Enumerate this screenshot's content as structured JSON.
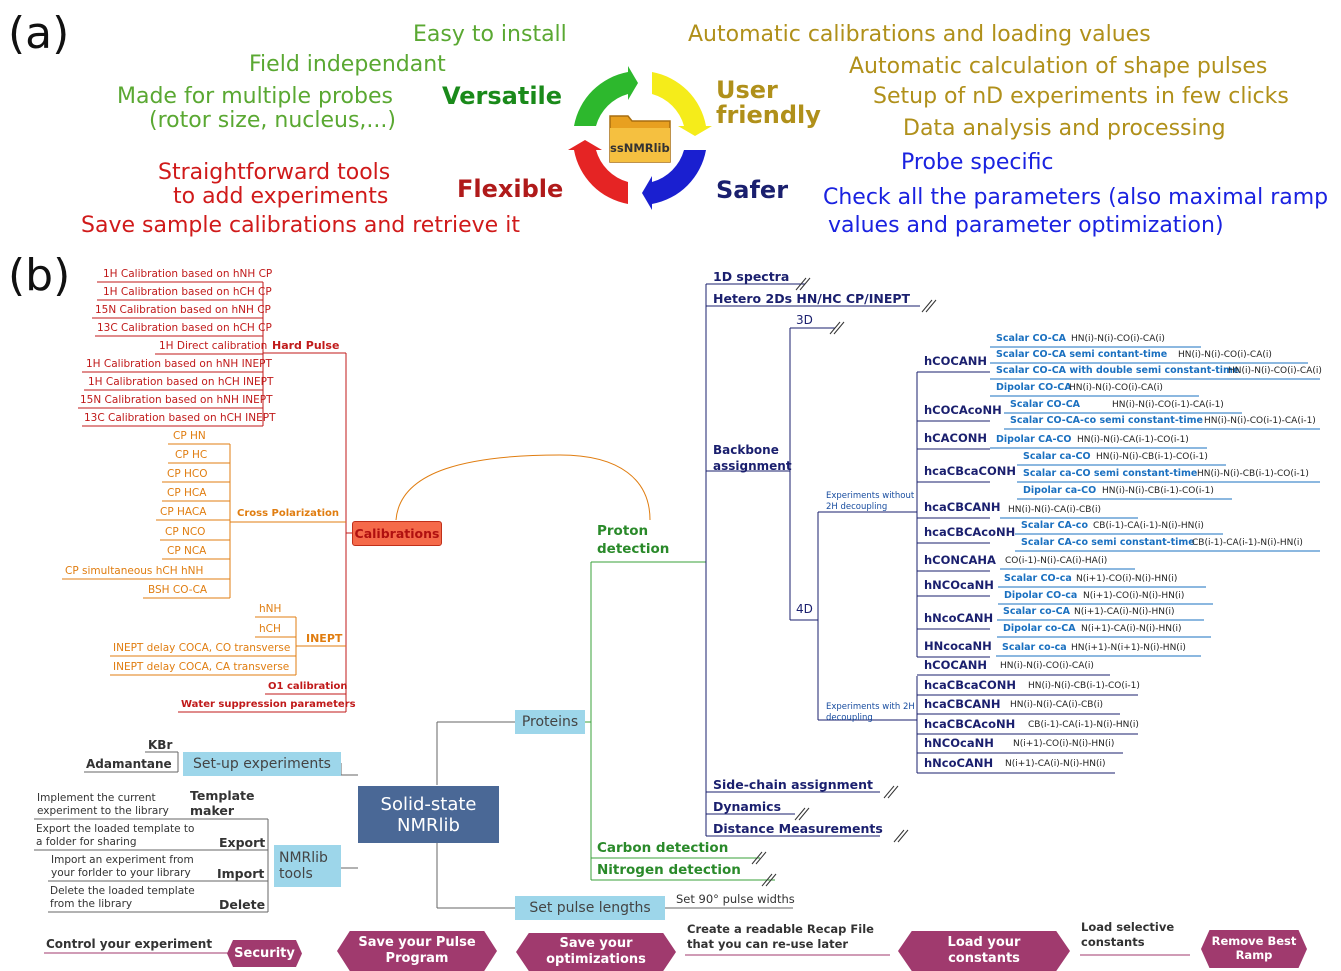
{
  "panel_a": {
    "label": "(a)",
    "logo_text": "ssNMRlib",
    "quadrants": {
      "versatile": "Versatile",
      "user_friendly_1": "User",
      "user_friendly_2": "friendly",
      "flexible": "Flexible",
      "safer": "Safer"
    },
    "green_items": [
      "Easy to install",
      "Field independant",
      "Made for multiple probes",
      "(rotor size, nucleus,...)"
    ],
    "olive_items": [
      "Automatic calibrations and loading values",
      "Automatic calculation of shape pulses",
      "Setup of nD experiments in few clicks",
      "Data analysis and processing"
    ],
    "red_items": [
      "Straightforward tools",
      "to add experiments",
      "Save sample calibrations and retrieve it"
    ],
    "blue_items": [
      "Probe specific",
      "Check all the parameters (also maximal ramp",
      "values and parameter optimization)"
    ],
    "colors": {
      "green": "#5aa832",
      "olive": "#b0901a",
      "red": "#d01a1a",
      "blue": "#1a22e0",
      "yellow": "#f5ec1a",
      "navy": "#1a1f8a"
    }
  },
  "panel_b": {
    "label": "(b)",
    "center": [
      "Solid-state",
      "NMRlib"
    ],
    "calibrations": "Calibrations",
    "hard_pulse": {
      "label": "Hard Pulse",
      "items": [
        "1H Calibration based on hNH CP",
        "1H Calibration based on hCH CP",
        "15N Calibration based on hNH CP",
        "13C Calibration based on hCH CP",
        "1H Direct calibration",
        "1H Calibration based on hNH INEPT",
        "1H Calibration based on hCH INEPT",
        "15N Calibration based on hNH INEPT",
        "13C Calibration based on hCH INEPT"
      ]
    },
    "cross_polarization": {
      "label": "Cross Polarization",
      "items": [
        "CP HN",
        "CP HC",
        "CP HCO",
        "CP HCA",
        "CP HACA",
        "CP NCO",
        "CP NCA",
        "CP simultaneous hCH hNH",
        "BSH CO-CA"
      ]
    },
    "inept": {
      "label": "INEPT",
      "items": [
        "hNH",
        "hCH",
        "INEPT delay COCA, CO transverse",
        "INEPT delay COCA, CA transverse"
      ]
    },
    "o1": "O1 calibration",
    "water": "Water suppression parameters",
    "setup": {
      "label": "Set-up experiments",
      "items": [
        "KBr",
        "Adamantane"
      ]
    },
    "tools": {
      "label": [
        "NMRlib",
        "tools"
      ],
      "items": [
        {
          "desc": [
            "Implement the current",
            "experiment to the library"
          ],
          "name": [
            "Template",
            "maker"
          ]
        },
        {
          "desc": [
            "Export the loaded template to",
            "a folder for sharing"
          ],
          "name": [
            "Export"
          ]
        },
        {
          "desc": [
            "Import an experiment from",
            "your forlder to your library"
          ],
          "name": [
            "Import"
          ]
        },
        {
          "desc": [
            "Delete the loaded template",
            "from the library"
          ],
          "name": [
            "Delete"
          ]
        }
      ]
    },
    "proteins": "Proteins",
    "proton_detection": [
      "Proton",
      "detection"
    ],
    "carbon_detection": "Carbon detection",
    "nitrogen_detection": "Nitrogen detection",
    "set_pulse": "Set pulse lengths",
    "set_pulse_child": "Set 90° pulse widths",
    "proton_children": {
      "spectra_1d": "1D spectra",
      "hetero": "Hetero 2Ds HN/HC CP/INEPT",
      "backbone": [
        "Backbone",
        "assignment"
      ],
      "sidechain": "Side-chain assignment",
      "dynamics": "Dynamics",
      "distance": "Distance Measurements"
    },
    "d3": "3D",
    "d4": "4D",
    "exp_without": [
      "Experiments without",
      "2H decoupling"
    ],
    "exp_with": [
      "Experiments with 2H",
      "decoupling"
    ],
    "bb_without": [
      {
        "name": "hCOCANH",
        "subs": [
          {
            "t": "Scalar CO-CA",
            "s": "HN(i)-N(i)-CO(i)-CA(i)"
          },
          {
            "t": "Scalar CO-CA semi contant-time",
            "s": "HN(i)-N(i)-CO(i)-CA(i)"
          },
          {
            "t": "Scalar CO-CA with double semi constant-time",
            "s": "HN(i)-N(i)-CO(i)-CA(i)"
          },
          {
            "t": "Dipolar CO-CA",
            "s": "HN(i)-N(i)-CO(i)-CA(i)"
          }
        ]
      },
      {
        "name": "hCOCAcoNH",
        "subs": [
          {
            "t": "Scalar CO-CA",
            "s": "HN(i)-N(i)-CO(i-1)-CA(i-1)"
          },
          {
            "t": "Scalar CO-CA-co semi constant-time",
            "s": "HN(i)-N(i)-CO(i-1)-CA(i-1)"
          }
        ]
      },
      {
        "name": "hCACONH",
        "subs": [
          {
            "t": "Dipolar CA-CO",
            "s": "HN(i)-N(i)-CA(i-1)-CO(i-1)"
          }
        ]
      },
      {
        "name": "hcaCBcaCONH",
        "subs": [
          {
            "t": "Scalar ca-CO",
            "s": "HN(i)-N(i)-CB(i-1)-CO(i-1)"
          },
          {
            "t": "Scalar ca-CO semi constant-time",
            "s": "HN(i)-N(i)-CB(i-1)-CO(i-1)"
          },
          {
            "t": "Dipolar ca-CO",
            "s": "HN(i)-N(i)-CB(i-1)-CO(i-1)"
          }
        ]
      },
      {
        "name": "hcaCBCANH",
        "subs": [
          {
            "t": "",
            "s": "HN(i)-N(i)-CA(i)-CB(i)"
          }
        ]
      },
      {
        "name": "hcaCBCAcoNH",
        "subs": [
          {
            "t": "Scalar CA-co",
            "s": "CB(i-1)-CA(i-1)-N(i)-HN(i)"
          },
          {
            "t": "Scalar CA-co semi constant-time",
            "s": "CB(i-1)-CA(i-1)-N(i)-HN(i)"
          }
        ]
      },
      {
        "name": "hCONCAHA",
        "subs": [
          {
            "t": "",
            "s": "CO(i-1)-N(i)-CA(i)-HA(i)"
          }
        ]
      },
      {
        "name": "hNCOcaNH",
        "subs": [
          {
            "t": "Scalar CO-ca",
            "s": "N(i+1)-CO(i)-N(i)-HN(i)"
          },
          {
            "t": "Dipolar CO-ca",
            "s": "N(i+1)-CO(i)-N(i)-HN(i)"
          }
        ]
      },
      {
        "name": "hNcoCANH",
        "subs": [
          {
            "t": "Scalar co-CA",
            "s": "N(i+1)-CA(i)-N(i)-HN(i)"
          },
          {
            "t": "Dipolar co-CA",
            "s": "N(i+1)-CA(i)-N(i)-HN(i)"
          }
        ]
      },
      {
        "name": "HNcocaNH",
        "subs": [
          {
            "t": "Scalar co-ca",
            "s": "HN(i+1)-N(i+1)-N(i)-HN(i)"
          }
        ]
      }
    ],
    "bb_with": [
      {
        "name": "hCOCANH",
        "s": "HN(i)-N(i)-CO(i)-CA(i)"
      },
      {
        "name": "hcaCBcaCONH",
        "s": "HN(i)-N(i)-CB(i-1)-CO(i-1)"
      },
      {
        "name": "hcaCBCANH",
        "s": "HN(i)-N(i)-CA(i)-CB(i)"
      },
      {
        "name": "hcaCBCAcoNH",
        "s": "CB(i-1)-CA(i-1)-N(i)-HN(i)"
      },
      {
        "name": "hNCOcaNH",
        "s": "N(i+1)-CO(i)-N(i)-HN(i)"
      },
      {
        "name": "hNcoCANH",
        "s": "N(i+1)-CA(i)-N(i)-HN(i)"
      }
    ],
    "bottom": {
      "control": "Control your experiment",
      "security": "Security",
      "save_pulse": [
        "Save your Pulse",
        "Program"
      ],
      "save_opt": [
        "Save your",
        "optimizations"
      ],
      "recap": [
        "Create a readable Recap File",
        "that you can re-use later"
      ],
      "load_constants": [
        "Load your",
        "constants"
      ],
      "load_selective": [
        "Load selective",
        "constants"
      ],
      "remove_ramp": [
        "Remove Best",
        "Ramp"
      ]
    }
  }
}
